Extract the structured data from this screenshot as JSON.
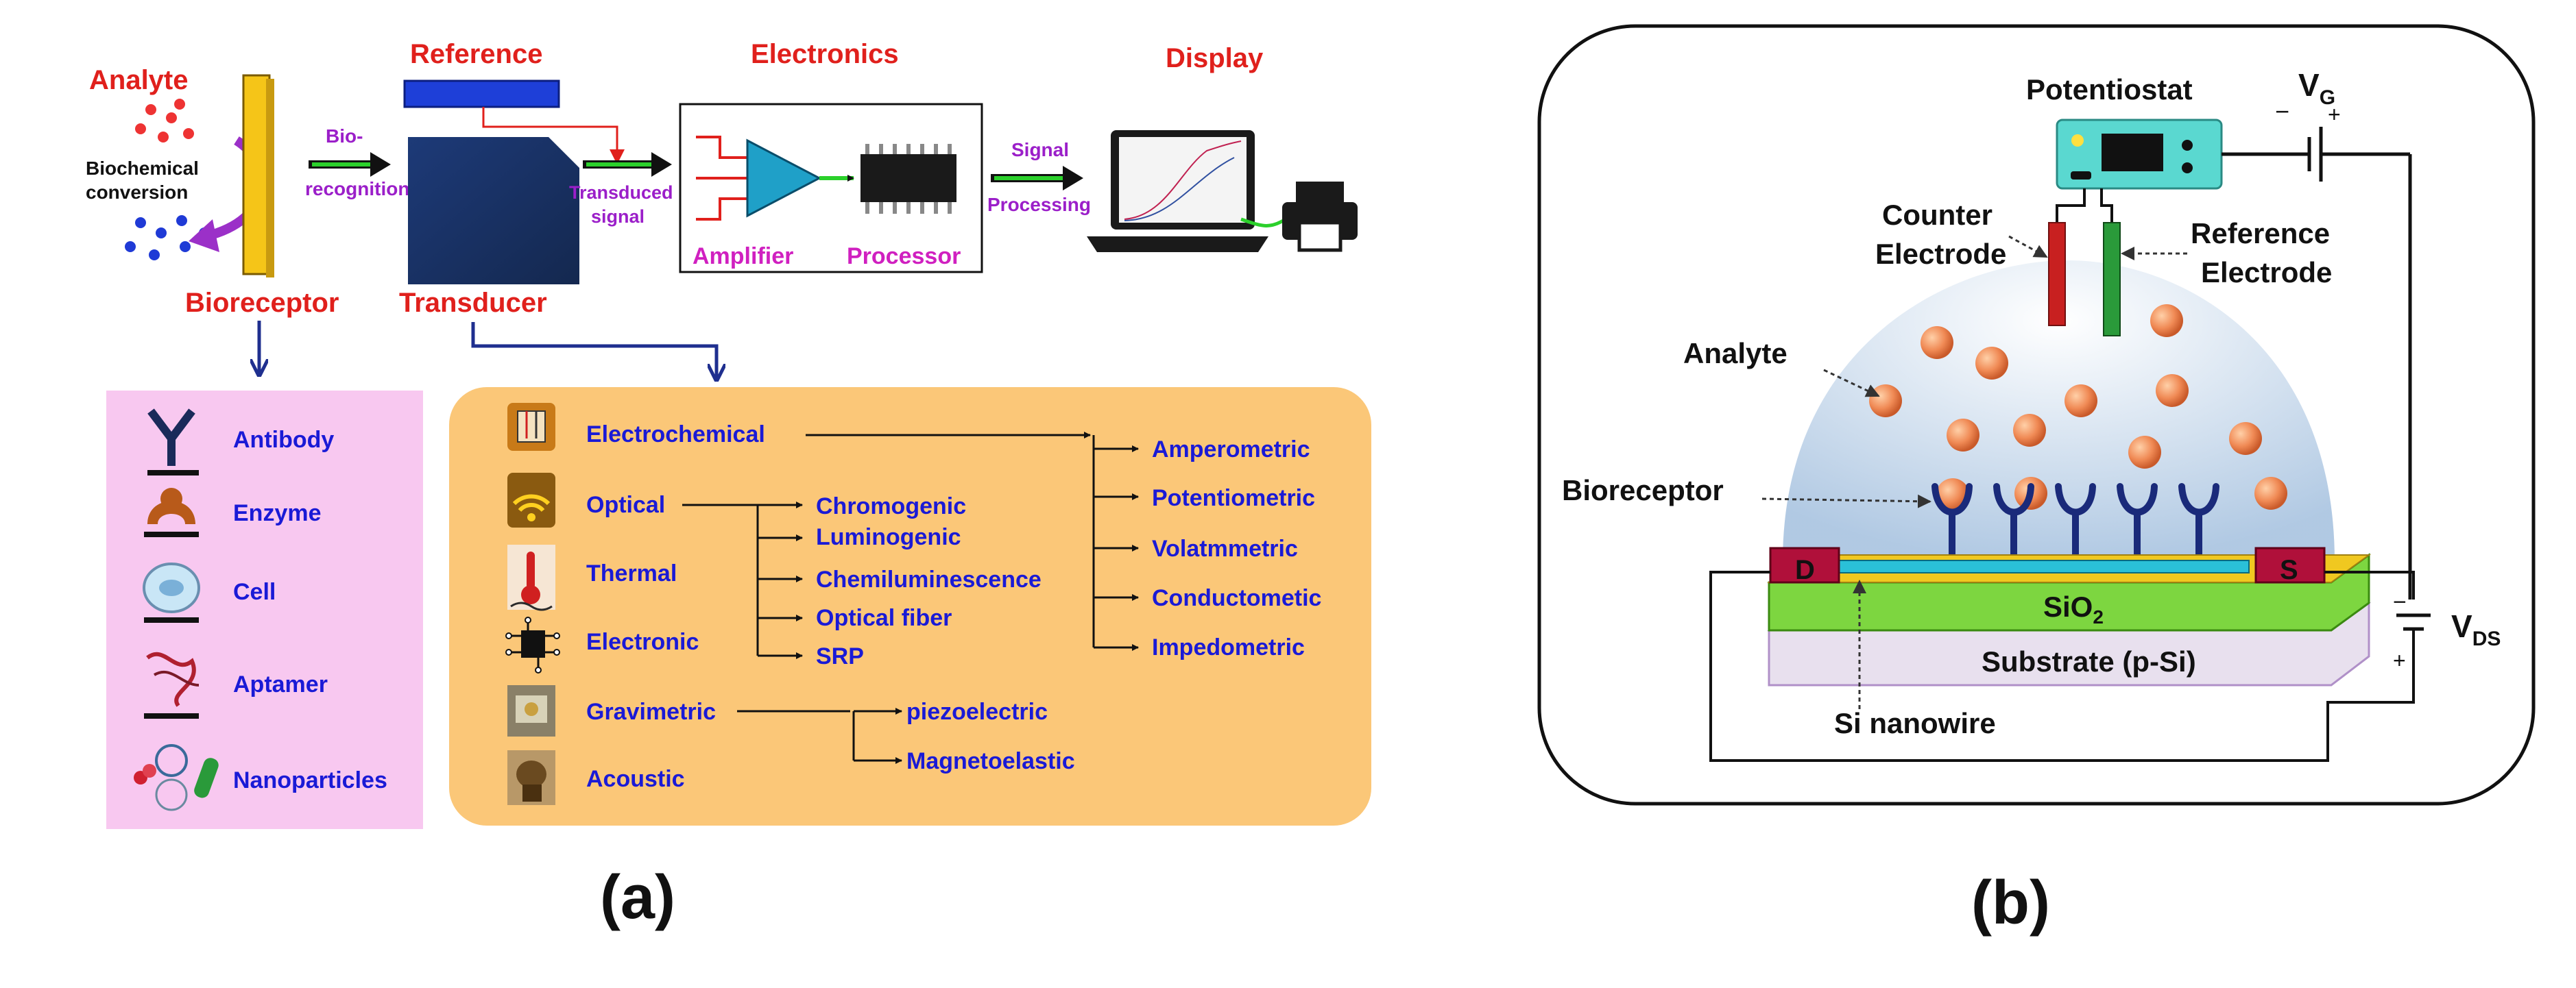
{
  "panel_a": {
    "analyte": "Analyte",
    "biochemical_conversion": [
      "Biochemical",
      "conversion"
    ],
    "biorecognition": [
      "Bio-",
      "recognition"
    ],
    "reference": "Reference",
    "electronics": "Electronics",
    "display": "Display",
    "transduced_signal": [
      "Transduced",
      "signal"
    ],
    "signal_processing": [
      "Signal",
      "Processing"
    ],
    "amplifier": "Amplifier",
    "processor": "Processor",
    "bioreceptor": "Bioreceptor",
    "transducer": "Transducer",
    "bioreceptor_types": [
      "Antibody",
      "Enzyme",
      "Cell",
      "Aptamer",
      "Nanoparticles"
    ],
    "transducer_types": [
      "Electrochemical",
      "Optical",
      "Thermal",
      "Electronic",
      "Gravimetric",
      "Acoustic"
    ],
    "electrochemical_methods": [
      "Amperometric",
      "Potentiometric",
      "Volatmmetric",
      "Conductometic",
      "Impedometric"
    ],
    "optical_methods": [
      "Chromogenic",
      "Luminogenic",
      "Chemiluminescence",
      "Optical fiber",
      "SRP"
    ],
    "gravimetric_methods": [
      "piezoelectric",
      "Magnetoelastic"
    ],
    "label": "(a)"
  },
  "panel_b": {
    "potentiostat": "Potentiostat",
    "vg": "V",
    "vg_sub": "G",
    "minus": "−",
    "plus": "+",
    "counter_electrode": [
      "Counter",
      "Electrode"
    ],
    "reference_electrode": [
      "Reference",
      "Electrode"
    ],
    "analyte": "Analyte",
    "bioreceptor": "Bioreceptor",
    "drain": "D",
    "source": "S",
    "sio2": "SiO",
    "sio2_sub": "2",
    "substrate": "Substrate (p-Si)",
    "si_nanowire": "Si nanowire",
    "vds": "V",
    "vds_sub": "DS",
    "label": "(b)"
  }
}
